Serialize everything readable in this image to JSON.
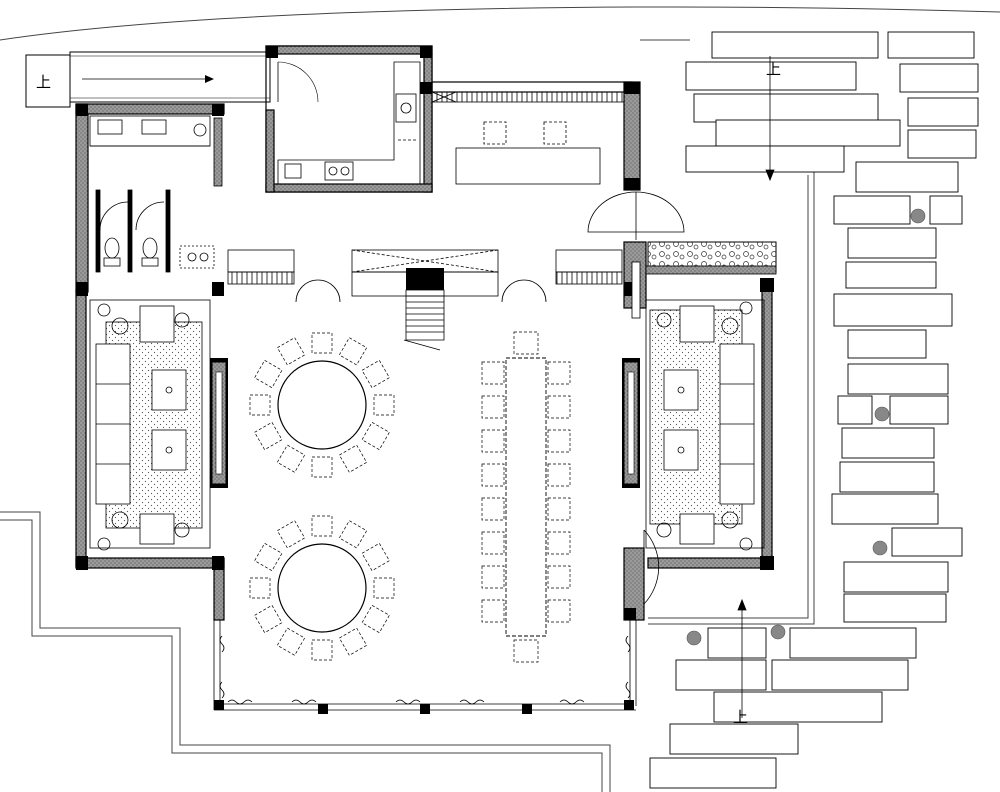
{
  "plan": {
    "stair_labels": {
      "entry": "上",
      "garden_top": "上",
      "garden_bottom": "上"
    }
  }
}
